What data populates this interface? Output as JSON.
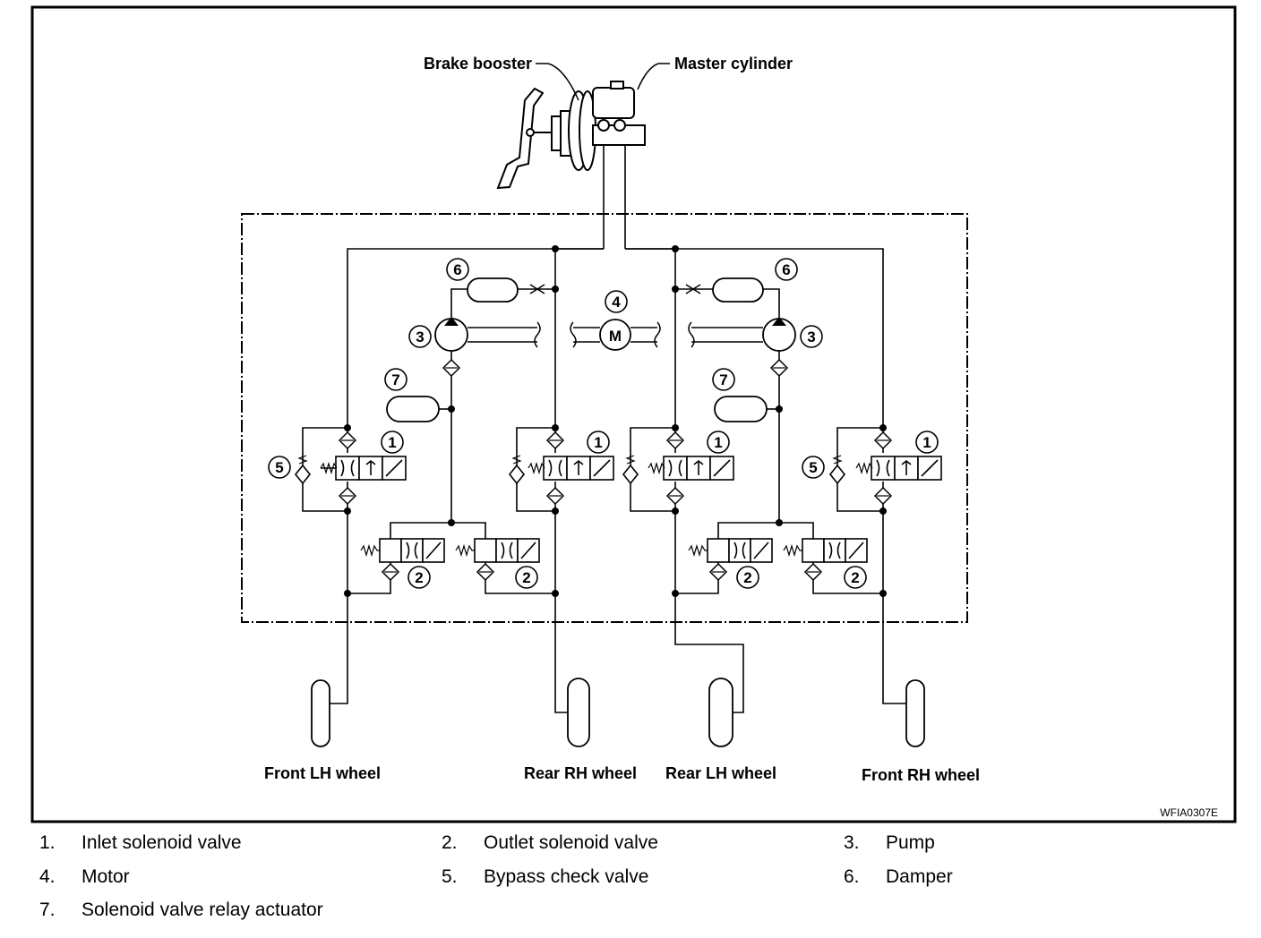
{
  "diagram": {
    "top_labels": {
      "brake_booster": "Brake booster",
      "master_cylinder": "Master cylinder"
    },
    "wheels": [
      {
        "label": "Front LH wheel"
      },
      {
        "label": "Rear RH wheel"
      },
      {
        "label": "Rear LH wheel"
      },
      {
        "label": "Front RH wheel"
      }
    ],
    "callouts": {
      "inlet_valve": "1",
      "outlet_valve": "2",
      "pump": "3",
      "motor": "4",
      "bypass_check_valve": "5",
      "damper": "6",
      "relay_actuator": "7"
    },
    "motor_symbol": "M",
    "figure_code": "WFIA0307E"
  },
  "legend": [
    {
      "num": "1.",
      "text": "Inlet solenoid valve"
    },
    {
      "num": "2.",
      "text": "Outlet solenoid valve"
    },
    {
      "num": "3.",
      "text": "Pump"
    },
    {
      "num": "4.",
      "text": "Motor"
    },
    {
      "num": "5.",
      "text": "Bypass check valve"
    },
    {
      "num": "6.",
      "text": "Damper"
    },
    {
      "num": "7.",
      "text": "Solenoid valve relay actuator"
    }
  ]
}
